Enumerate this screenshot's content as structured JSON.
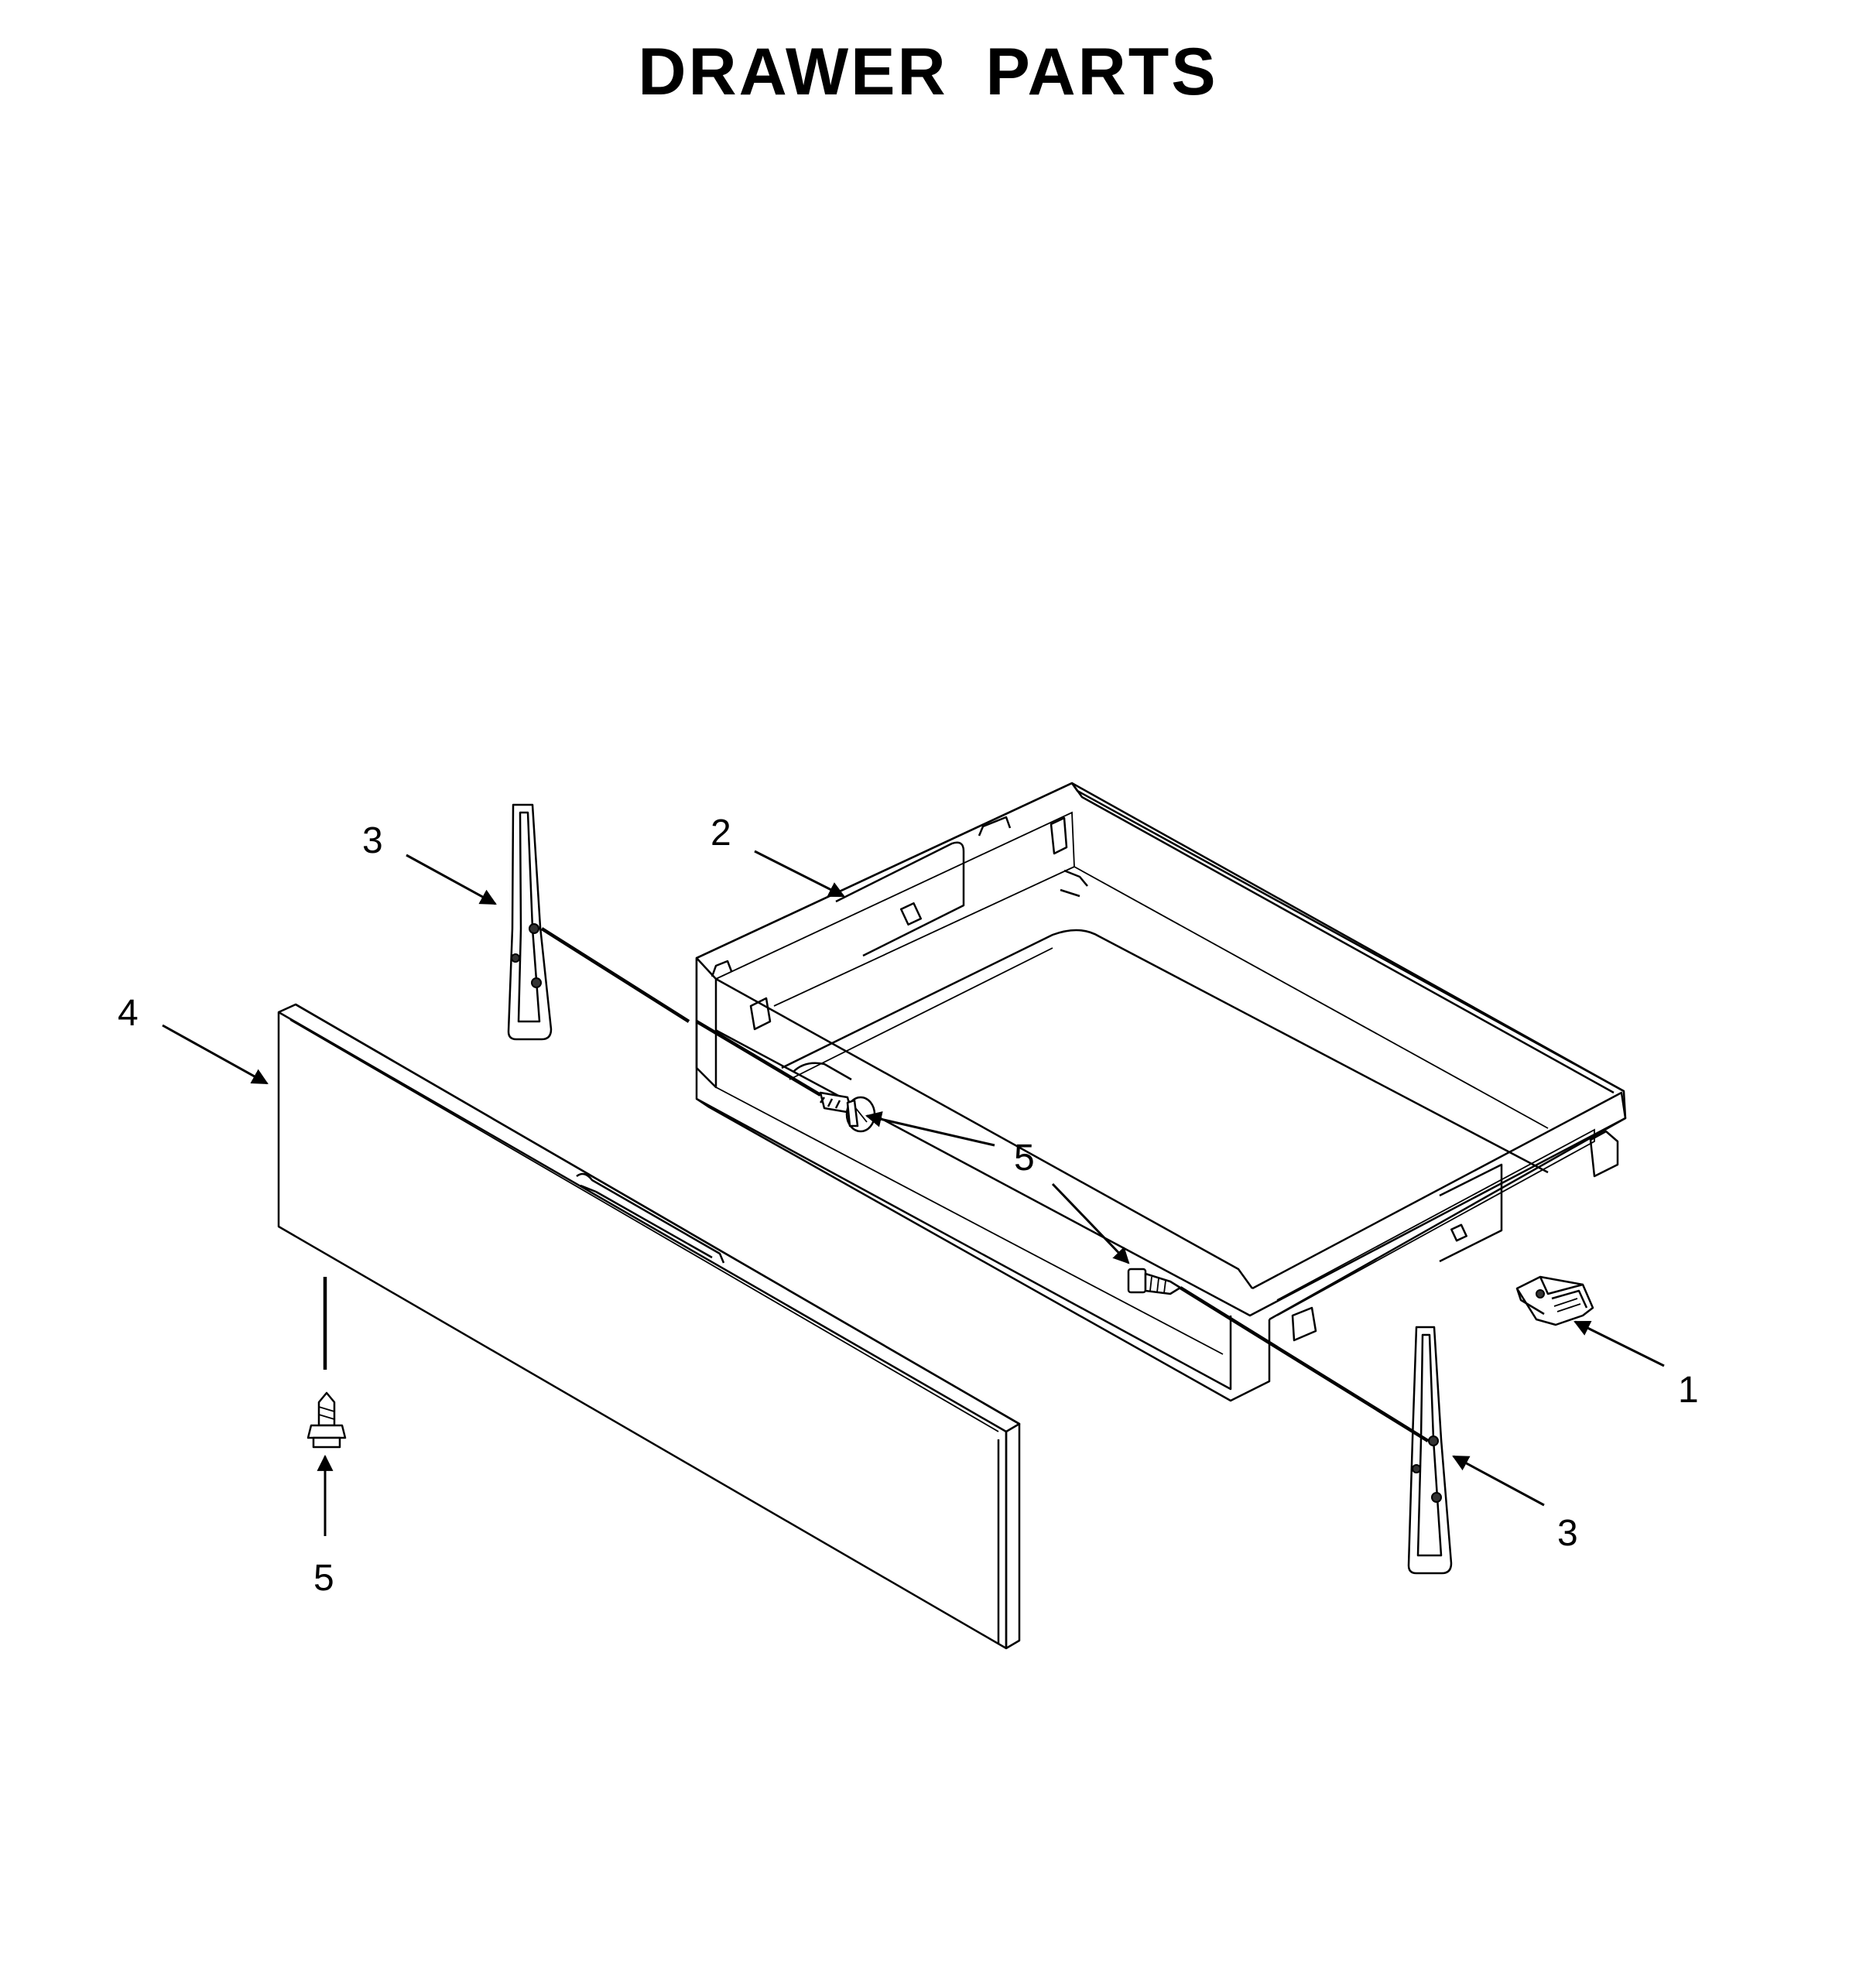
{
  "title": "DRAWER PARTS",
  "callouts": {
    "c1": "1",
    "c2": "2",
    "c3_left": "3",
    "c3_right": "3",
    "c4": "4",
    "c5_middle": "5",
    "c5_lower": "5"
  }
}
